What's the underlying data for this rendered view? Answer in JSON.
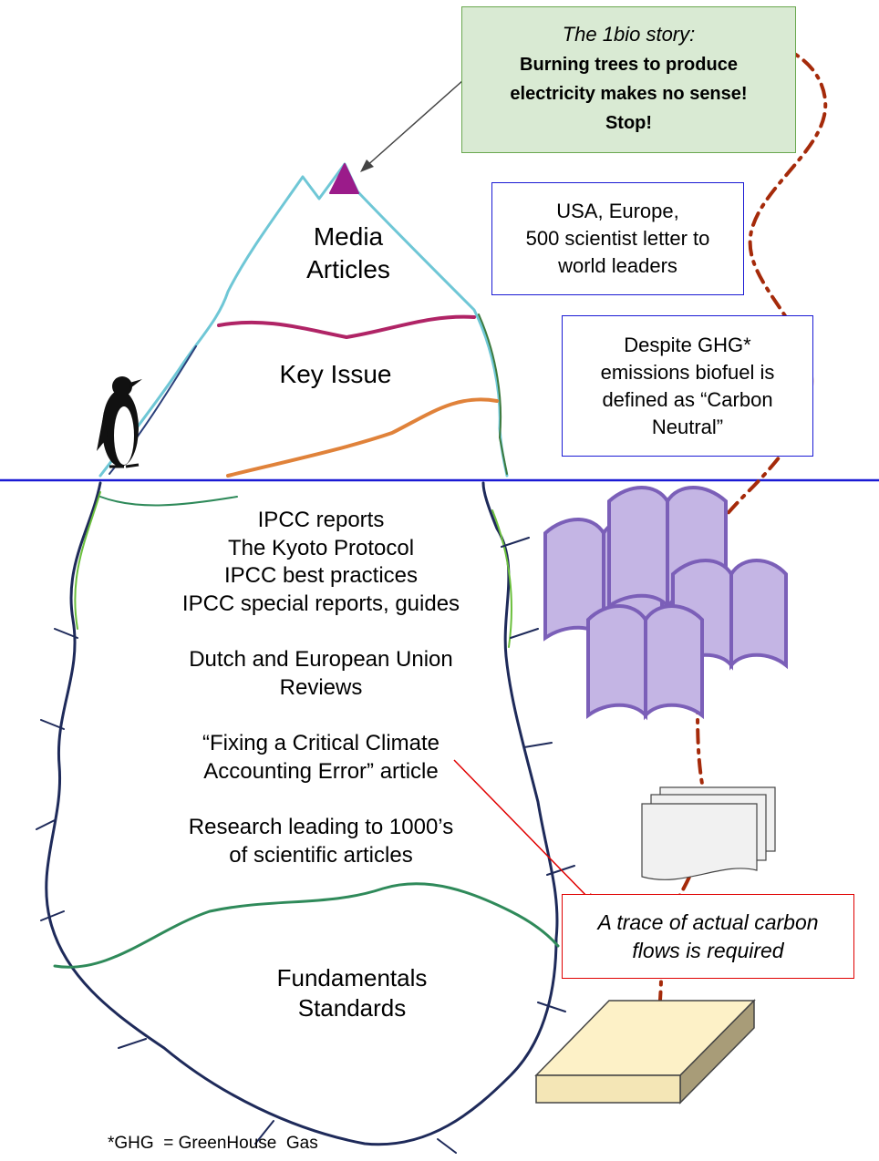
{
  "story": {
    "title": "The 1bio story:",
    "lines": [
      "Burning trees to produce",
      "electricity makes no sense!",
      "Stop!"
    ]
  },
  "callouts": {
    "usa": [
      "USA, Europe,",
      "500 scientist letter to",
      "world leaders"
    ],
    "ghg": [
      "Despite GHG*",
      "emissions biofuel is",
      "defined as “Carbon",
      "Neutral”"
    ],
    "trace": [
      "A trace of actual carbon",
      "flows is required"
    ]
  },
  "iceberg": {
    "media": [
      "Media",
      "Articles"
    ],
    "key_issue": "Key Issue",
    "below_water": {
      "reports": [
        "IPCC reports",
        "The Kyoto Protocol",
        "IPCC best practices",
        "IPCC special reports, guides"
      ],
      "reviews": [
        "Dutch and European Union",
        "Reviews"
      ],
      "article": [
        "“Fixing a Critical Climate",
        "Accounting Error” article"
      ],
      "research": [
        "Research leading to 1000’s",
        "of scientific articles"
      ]
    },
    "fundamentals": [
      "Fundamentals",
      "Standards"
    ]
  },
  "footnote": "*GHG  = GreenHouse  Gas",
  "colors": {
    "waterline": "#1a1ad4",
    "trace_line": "#a52a0a",
    "peak": "#9b1b8a",
    "books": "#c4b5e4",
    "book_outline": "#7b5fb8",
    "story_fill": "#d9ead3",
    "story_border": "#6aa84f",
    "trace_box_border": "#e00000",
    "slab": "#fdf1c7"
  },
  "icons": [
    "penguin-icon",
    "books-icon",
    "documents-icon",
    "foundation-slab-icon"
  ]
}
